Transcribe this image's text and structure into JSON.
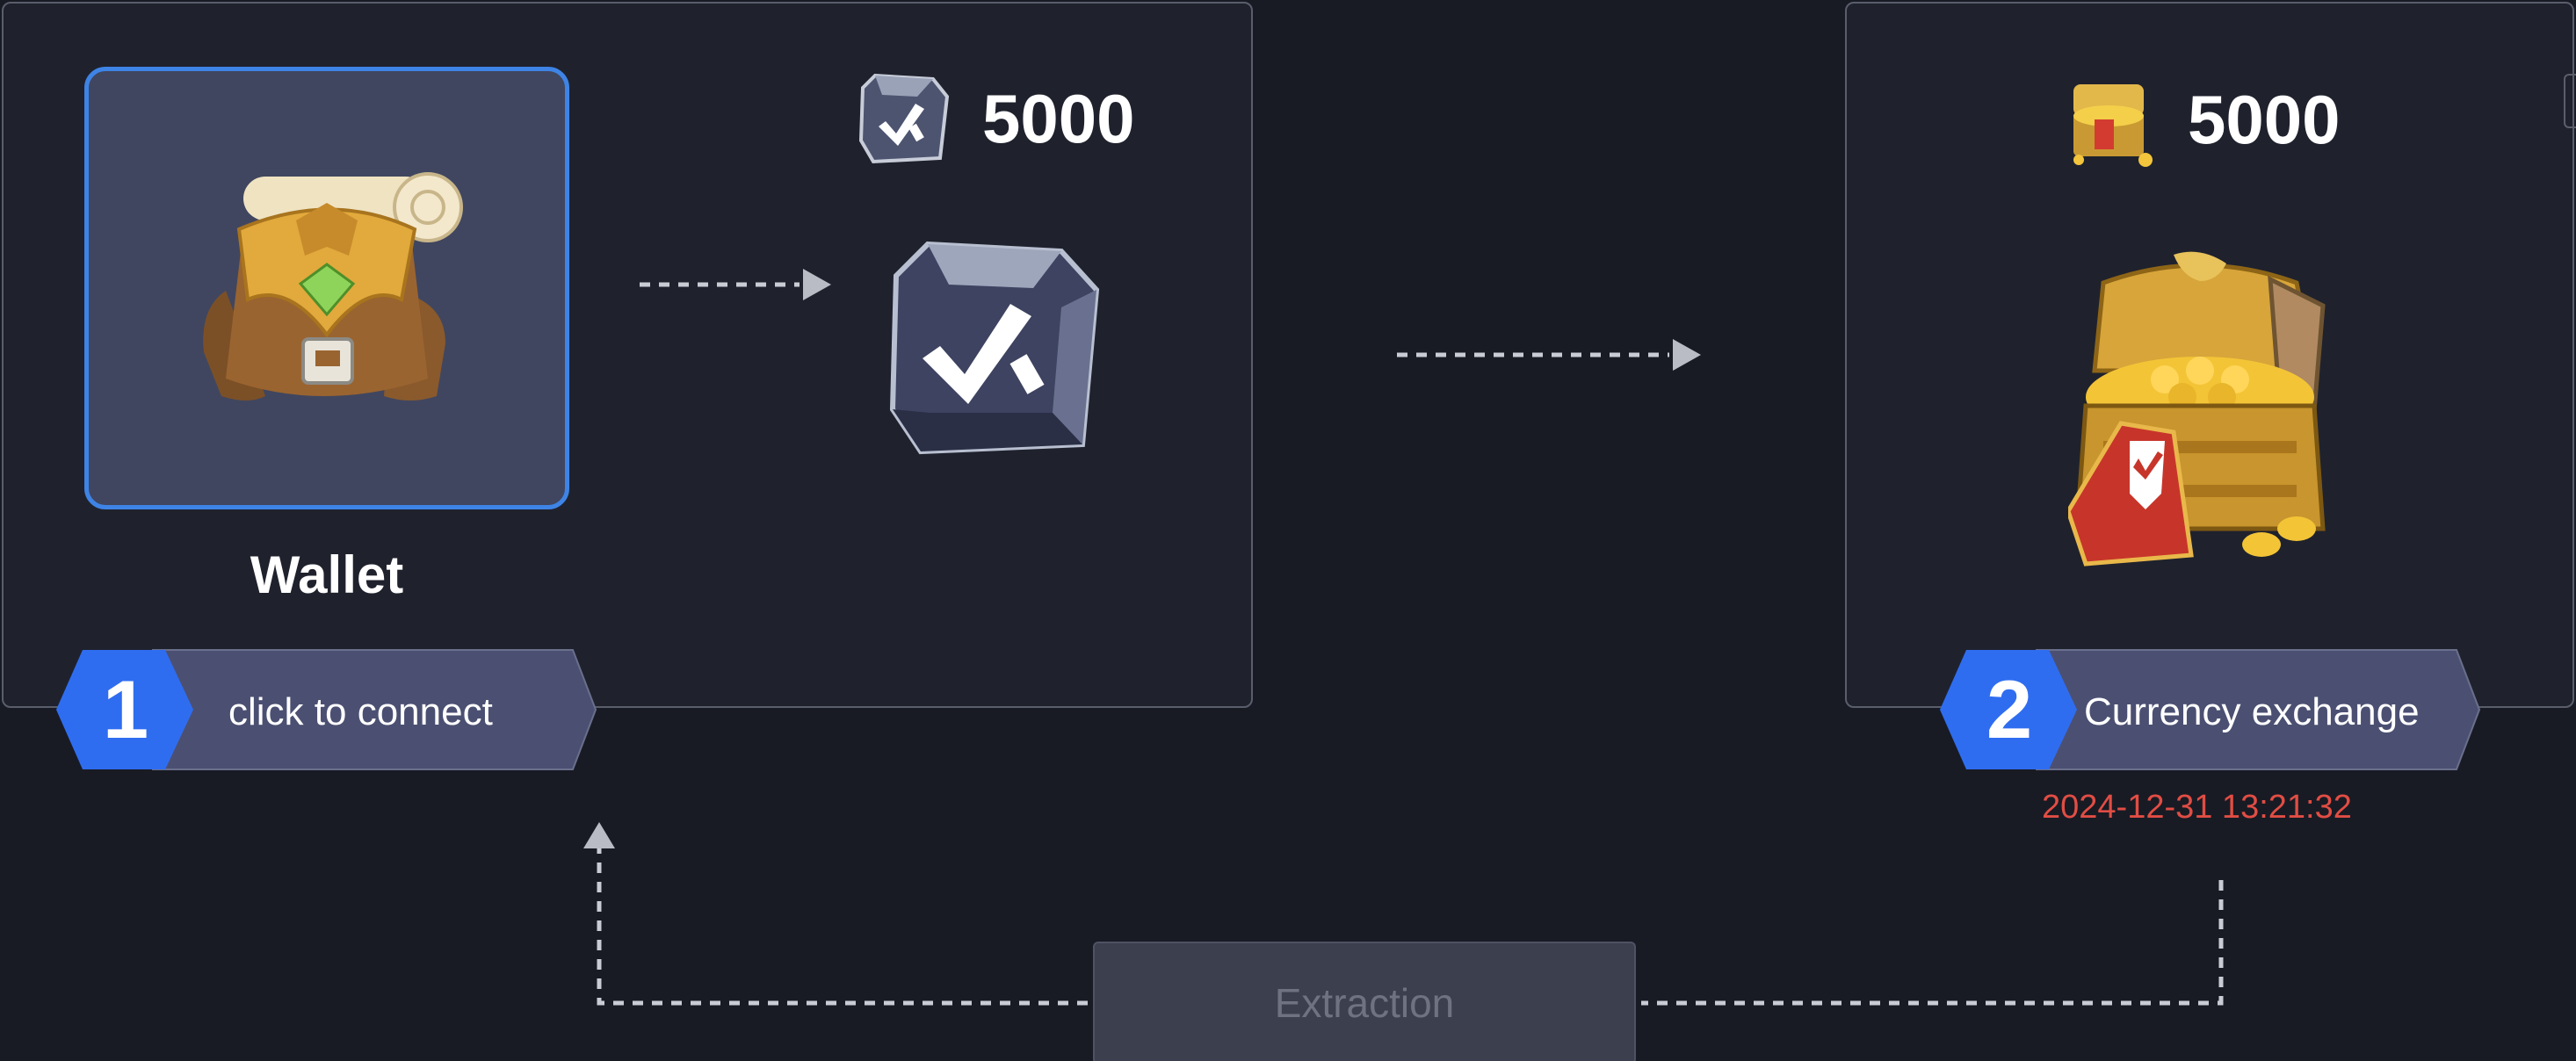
{
  "wallet": {
    "title": "Wallet",
    "step_number": "1",
    "step_label": "click to connect"
  },
  "gem_currency": {
    "amount": "5000",
    "icon": "gem-icon"
  },
  "exchange": {
    "step_number": "2",
    "step_label": "Currency exchange",
    "amount": "5000",
    "icon": "treasure-chest-icon",
    "timestamp": "2024-12-31   13:21:32"
  },
  "extraction": {
    "button_label": "Extraction"
  },
  "colors": {
    "background": "#181b24",
    "panel": "#1f222d",
    "accent_blue": "#3e84e6",
    "badge_blue": "#2f6df0",
    "badge_slate": "#4b5072",
    "timestamp_red": "#e14d44",
    "disabled_button": "#3b3f4e"
  }
}
